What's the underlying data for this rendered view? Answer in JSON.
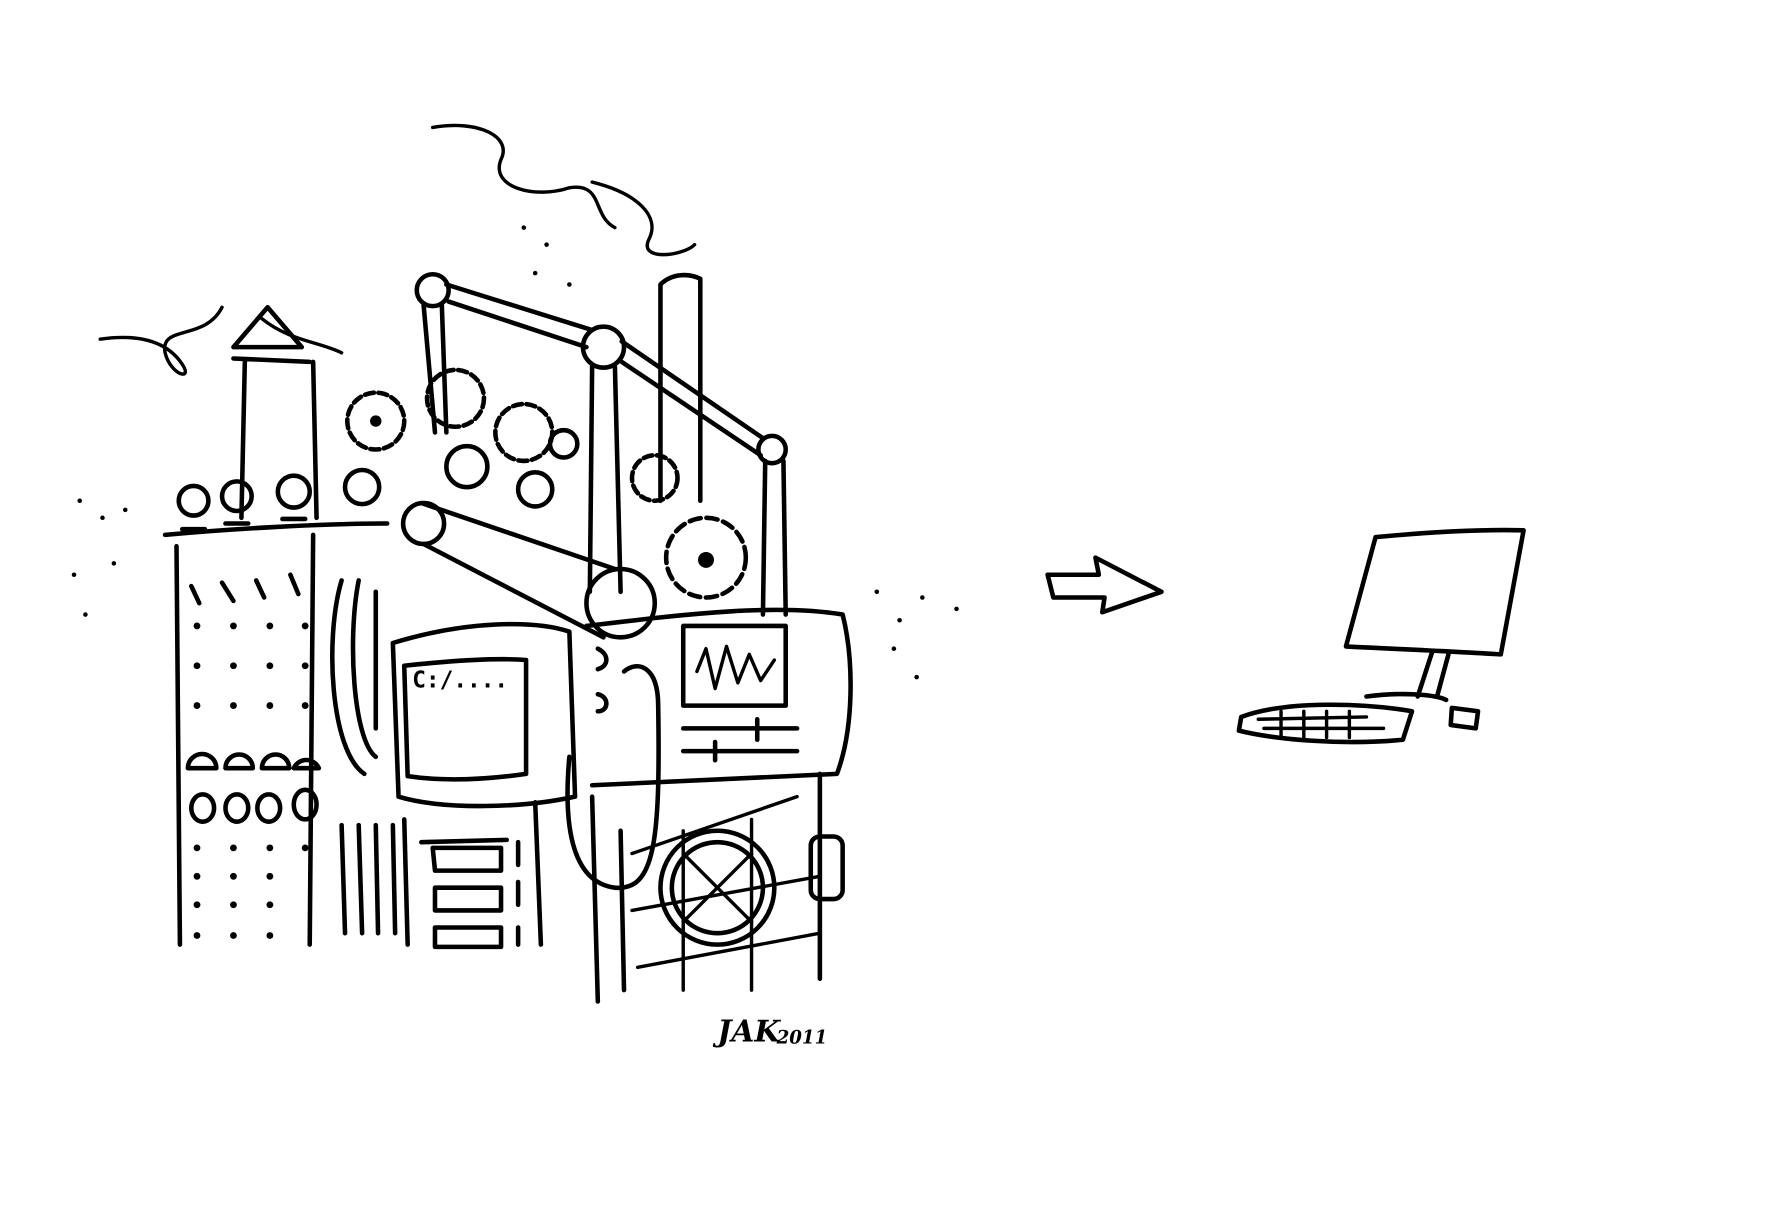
{
  "illustration": {
    "title": "Old machinery computer to modern computer",
    "screen_text": "C:/....",
    "signature": "JAK 2011"
  }
}
